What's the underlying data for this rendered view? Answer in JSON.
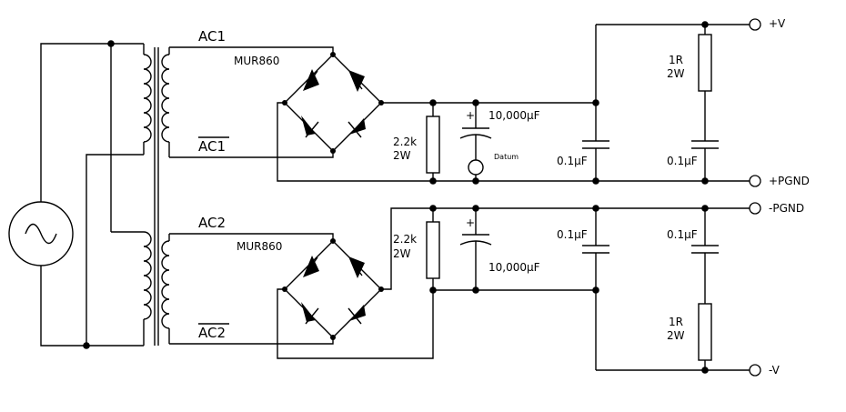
{
  "labels": {
    "ac1": "AC1",
    "ac1_bar": "AC1",
    "ac2": "AC2",
    "ac2_bar": "AC2",
    "bridge1": "MUR860",
    "bridge2": "MUR860",
    "r_bleed1_value": "2.2k",
    "r_bleed1_power": "2W",
    "r_bleed2_value": "2.2k",
    "r_bleed2_power": "2W",
    "cap_big1": "10,000µF",
    "cap_big2": "10,000µF",
    "plus_sign1": "+",
    "plus_sign2": "+",
    "datum": "Datum",
    "cap_small_a": "0.1µF",
    "cap_small_b": "0.1µF",
    "cap_small_c": "0.1µF",
    "cap_small_d": "0.1µF",
    "r_top_value": "1R",
    "r_top_power": "2W",
    "r_bot_value": "1R",
    "r_bot_power": "2W",
    "out_plus_v": "+V",
    "out_plus_pgnd": "+PGND",
    "out_minus_pgnd": "-PGND",
    "out_minus_v": "-V"
  }
}
